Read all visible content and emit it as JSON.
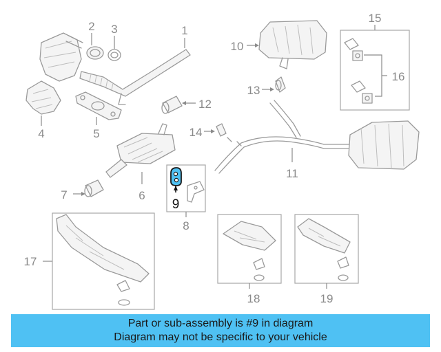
{
  "callouts": {
    "c1": "1",
    "c2": "2",
    "c3": "3",
    "c4": "4",
    "c5": "5",
    "c6": "6",
    "c7": "7",
    "c8": "8",
    "c9": "9",
    "c10": "10",
    "c11": "11",
    "c12": "12",
    "c13": "13",
    "c14": "14",
    "c15": "15",
    "c16": "16",
    "c17": "17",
    "c18": "18",
    "c19": "19"
  },
  "highlight": {
    "part_number": "9",
    "color": "#4fc1f3"
  },
  "banner": {
    "line1": "Part or sub-assembly is #9 in diagram",
    "line2": "Diagram may not be specific to your vehicle",
    "background": "#4fc1f3"
  }
}
